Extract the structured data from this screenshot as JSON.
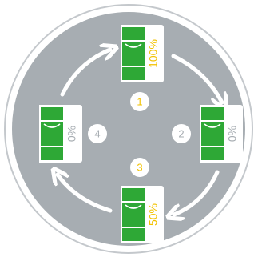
{
  "colors": {
    "background_disc": "#a7adb2",
    "ring": "#c4c8cc",
    "card": "#ffffff",
    "battery_green": "#2ea836",
    "arrow": "#ffffff",
    "text_active": "#f2c200",
    "text_idle": "#a7adb2"
  },
  "icons": {
    "battery": "battery-icon",
    "arrow": "curved-arrow-icon"
  },
  "cells": {
    "top": {
      "label": "100%",
      "active": true
    },
    "right": {
      "label": "0%",
      "active": false
    },
    "bottom": {
      "label": "50%",
      "active": true
    },
    "left": {
      "label": "0%",
      "active": false
    }
  },
  "steps": {
    "one": {
      "label": "1",
      "active": true
    },
    "two": {
      "label": "2",
      "active": false
    },
    "three": {
      "label": "3",
      "active": true
    },
    "four": {
      "label": "4",
      "active": false
    }
  }
}
